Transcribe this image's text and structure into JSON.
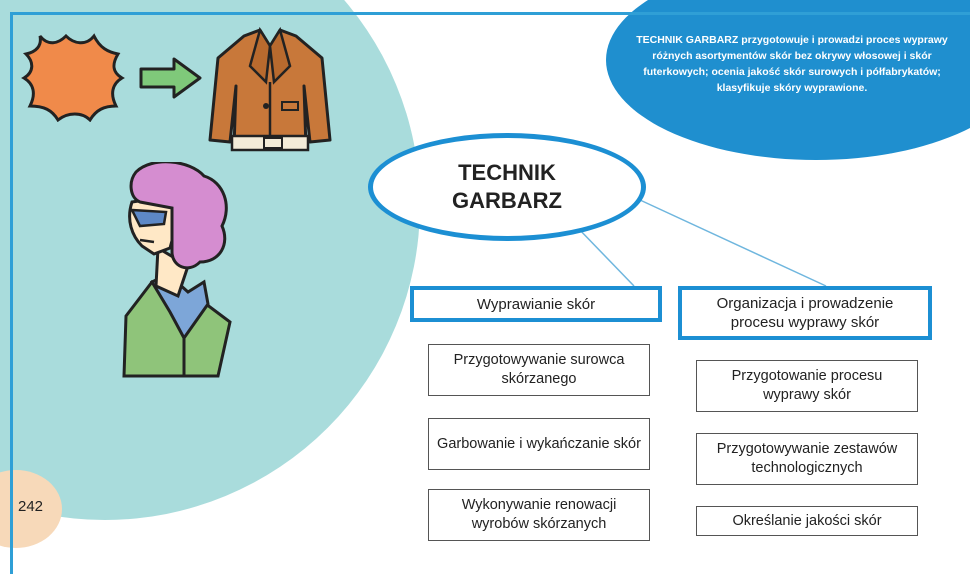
{
  "description": "TECHNIK GARBARZ przygotowuje i prowadzi proces wyprawy różnych asortymentów skór bez okrywy włosowej i skór futerkowych; ocenia jakość skór surowych i półfabrykatów; klasyfikuje skóry wyprawione.",
  "center": {
    "title": "TECHNIK GARBARZ"
  },
  "categories": [
    {
      "label": "Wyprawianie skór",
      "items": [
        "Przygotowywanie surowca skórzanego",
        "Garbowanie i wykańczanie skór",
        "Wykonywanie renowacji wyrobów skórzanych"
      ]
    },
    {
      "label": "Organizacja i prowadzenie procesu wyprawy skór",
      "items": [
        "Przygotowanie procesu wyprawy skór",
        "Przygotowywanie zestawów technologicznych",
        "Określanie jakości skór"
      ]
    }
  ],
  "page_number": "242",
  "colors": {
    "accent_blue": "#1c8fd3",
    "teal_bg": "#a9dcdc",
    "peach": "#f7d9b9"
  },
  "illustrations": [
    "leather-hide-icon",
    "arrow-right-icon",
    "jacket-icon",
    "tanner-person-icon"
  ]
}
